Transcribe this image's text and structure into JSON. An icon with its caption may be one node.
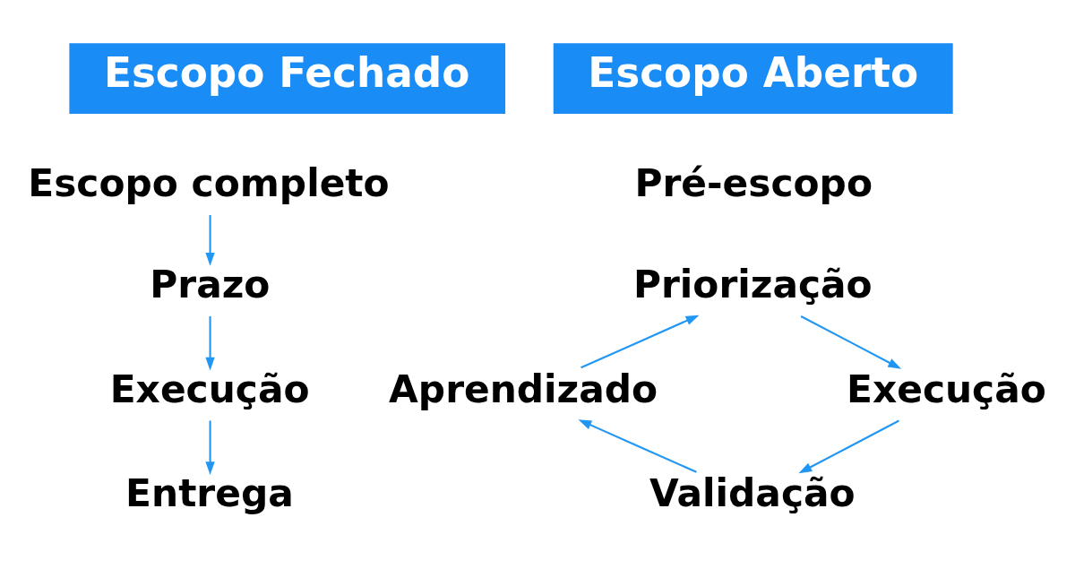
{
  "diagram": {
    "nodes": [
      {
        "text": [
          "Escopo Fechado"
        ]
      },
      {
        "text": [
          "Escopo completo"
        ]
      },
      {
        "text": [
          "Prazo"
        ]
      },
      {
        "text": [
          "Execução"
        ]
      },
      {
        "text": [
          "Entrega"
        ]
      },
      {
        "text": [
          "Escopo Aberto"
        ]
      },
      {
        "text": [
          "Priorização"
        ]
      },
      {
        "text": [
          "Execução"
        ]
      },
      {
        "text": [
          "Validação"
        ]
      },
      {
        "text": [
          "Aprendizado"
        ]
      }
    ],
    "edges": [
      {
        "from": 1,
        "to": 2,
        "arrow": "to"
      },
      {
        "from": 2,
        "to": 3,
        "arrow": "to"
      },
      {
        "from": 3,
        "to": 4,
        "arrow": "to"
      },
      {
        "from": 6,
        "to": 7,
        "arrow": "to"
      },
      {
        "from": 7,
        "to": 8,
        "arrow": "to"
      },
      {
        "from": 8,
        "to": 9,
        "arrow": "to"
      },
      {
        "from": 9,
        "to": 6,
        "arrow": "to"
      }
    ],
    "labels": [
      "Pré-escopo"
    ]
  }
}
